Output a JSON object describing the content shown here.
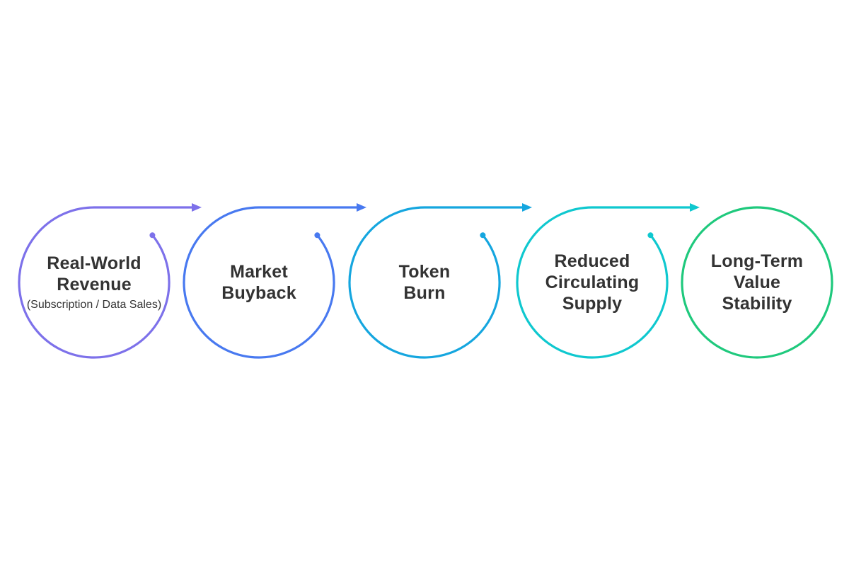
{
  "diagram": {
    "background_color": "#ffffff",
    "text_color": "#333333",
    "flow": "left-to-right",
    "steps": [
      {
        "title": "Real-World\nRevenue",
        "subtitle": "(Subscription / Data Sales)",
        "color": "#7D71EA",
        "has_exit_arrow": true,
        "has_start_dot": true
      },
      {
        "title": "Market\nBuyback",
        "color": "#4879F0",
        "has_exit_arrow": true,
        "has_start_dot": true
      },
      {
        "title": "Token\nBurn",
        "color": "#15A6DF",
        "has_exit_arrow": true,
        "has_start_dot": true
      },
      {
        "title": "Reduced\nCirculating\nSupply",
        "color": "#0FC8CF",
        "has_exit_arrow": true,
        "has_start_dot": true
      },
      {
        "title": "Long-Term\nValue\nStability",
        "color": "#1FC97D",
        "has_exit_arrow": false,
        "has_start_dot": false
      }
    ]
  }
}
